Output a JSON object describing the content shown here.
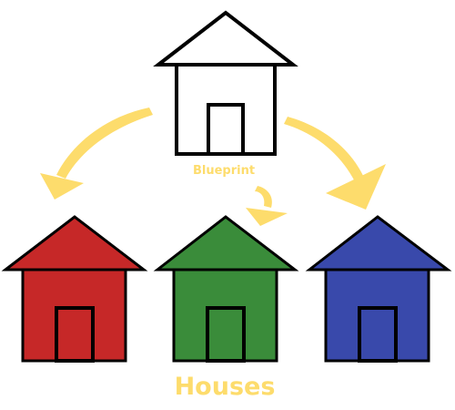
{
  "blueprint": {
    "label": "Blueprint",
    "fill": "#ffffff",
    "stroke": "#000000"
  },
  "houses": {
    "label": "Houses",
    "items": [
      {
        "name": "red-house",
        "fill": "#c62828"
      },
      {
        "name": "green-house",
        "fill": "#3a8c3a"
      },
      {
        "name": "blue-house",
        "fill": "#3949ab"
      }
    ]
  },
  "colors": {
    "arrow": "#fddc6c",
    "label": "#fddc6c",
    "outline": "#000000"
  }
}
